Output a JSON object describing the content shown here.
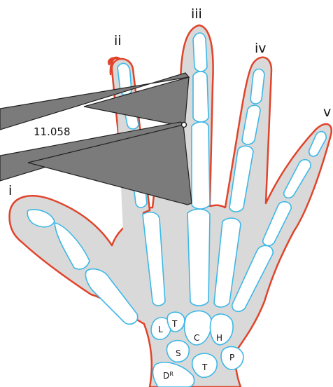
{
  "finger_labels": {
    "thumb": "i",
    "index": "ii",
    "middle": "iii",
    "ring": "iv",
    "little": "v"
  },
  "measurement": "11.058",
  "carpal_labels": {
    "lunate": "L",
    "triquetrum": "T",
    "capitate": "C",
    "hamate": "H",
    "scaphoid": "S",
    "trapezium": "T",
    "pisiform": "P",
    "radius": "D",
    "radius_sup": "R"
  },
  "colors": {
    "skin_fill": "#d9d9d9",
    "skin_outline": "#e0442b",
    "bone_outline": "#3db8e6",
    "caliper": "#7b7b7b"
  }
}
